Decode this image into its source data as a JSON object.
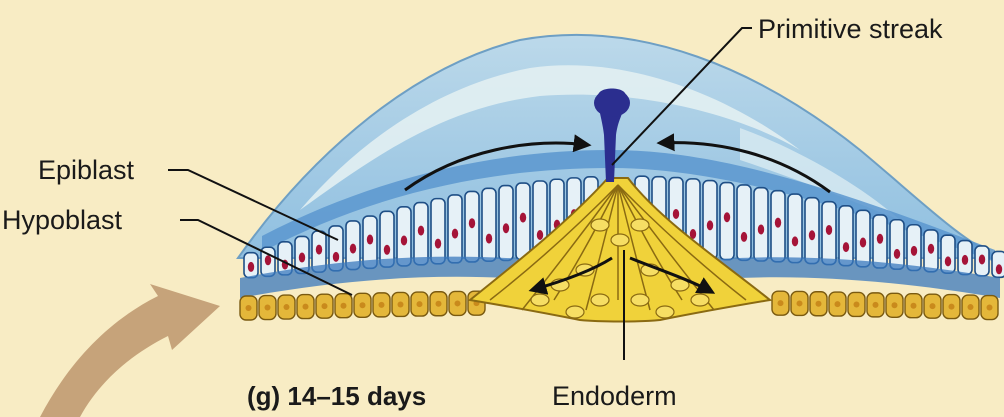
{
  "labels": {
    "primitive_streak": "Primitive streak",
    "epiblast": "Epiblast",
    "hypoblast": "Hypoblast",
    "endoderm": "Endoderm"
  },
  "caption": "(g) 14–15 days",
  "colors": {
    "background": "#f8ecc4",
    "amnion": "#a9cfe6",
    "amnion_highlight": "#dcecef",
    "amniotic_cavity": "#4a8cc8",
    "epiblast_cell": "#e6f1f7",
    "epiblast_outline": "#1f4f86",
    "nucleus": "#a51438",
    "hypoblast_cell": "#e4b73a",
    "hypoblast_outline": "#7a5a10",
    "streak": "#2b2e8f",
    "migrating_cells": "#f0d23a",
    "arrow_tan": "#c6a37a",
    "arrow_black": "#111111"
  },
  "icons": [
    "migration-arrow-icon",
    "curved-tan-arrow-icon"
  ]
}
